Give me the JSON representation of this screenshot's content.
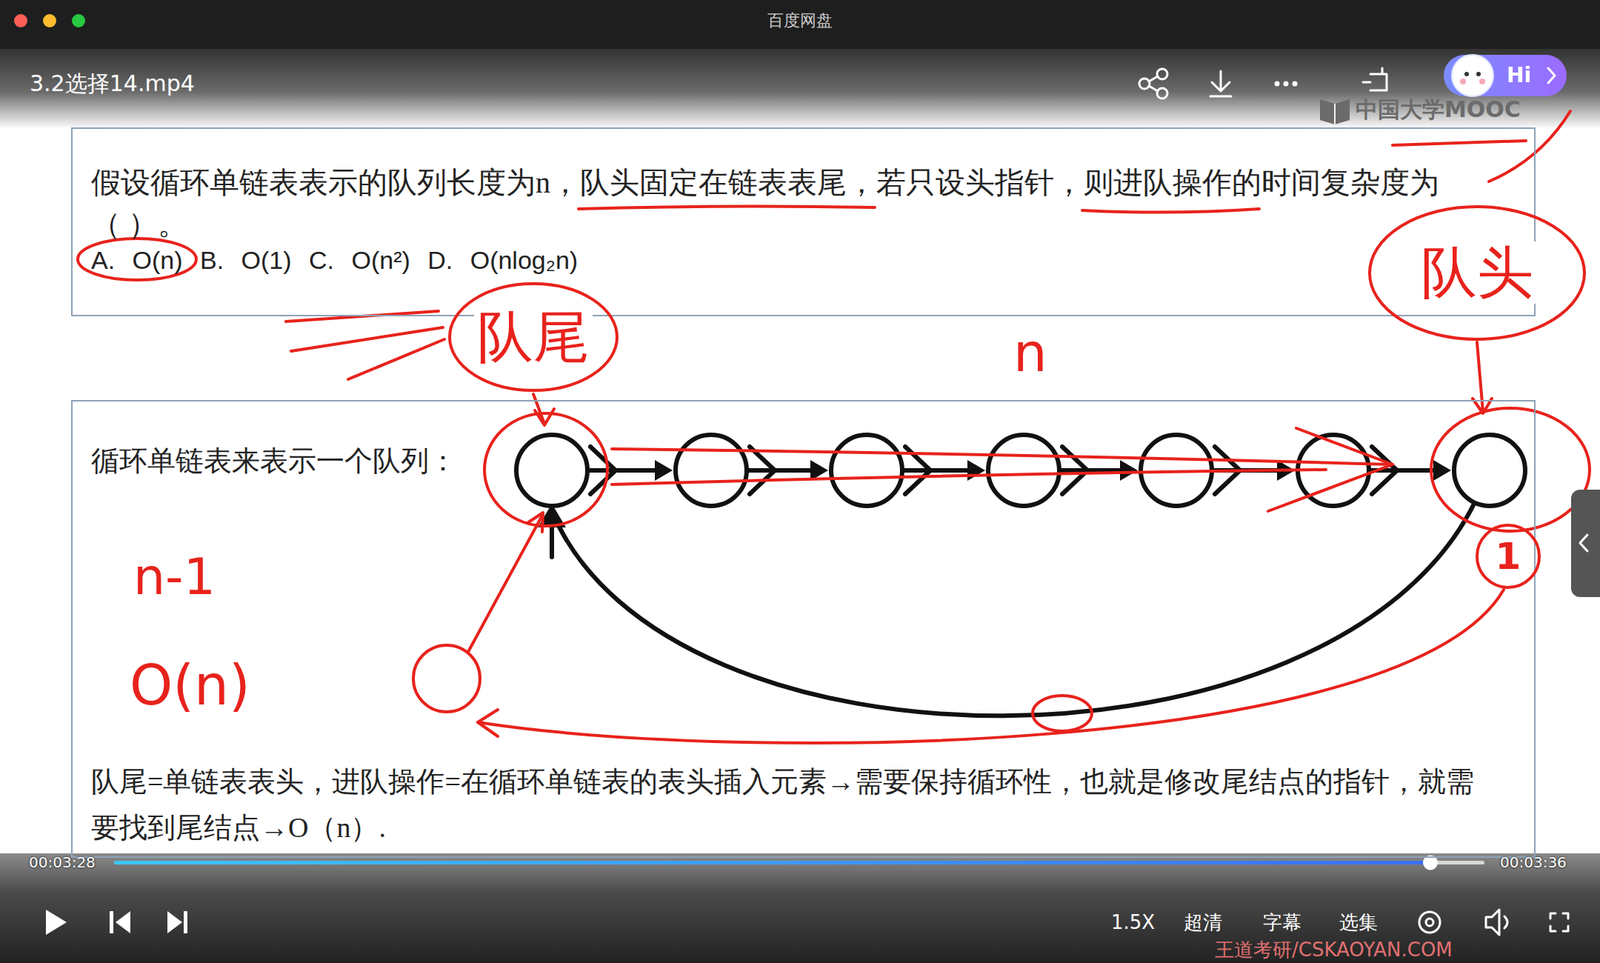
{
  "diagram": {
    "nodes": [
      {
        "text": [
          "假设循环单链表表示的队列长度为n，队头固定在链表表尾，若只设头指针，则进队操作的时间复杂度为（ ）。",
          "A. O(n) B. O(1) C. O(n²) D. O(nlog₂n)"
        ]
      },
      {
        "text": [
          "队尾"
        ]
      },
      {
        "text": [
          "队头"
        ]
      },
      {
        "text": [
          "循环单链表来表示一个队列：",
          "队尾=单链表表头，进队操作=在循环单链表的表头插入元素→需要保持循环性，也就是修改尾结点的指针，就需要找到尾结点→O（n）."
        ]
      },
      {
        "text": [
          "1"
        ]
      }
    ],
    "labels": [
      "百度网盘",
      "3.2选择14.mp4",
      "中国大学MOOC",
      "Hi",
      "n",
      "n-1",
      "O(n)",
      "00:03:28",
      "00:03:36",
      "1.5X",
      "超清",
      "字幕",
      "选集",
      "王道考研/CSKAOYAN.COM"
    ]
  }
}
